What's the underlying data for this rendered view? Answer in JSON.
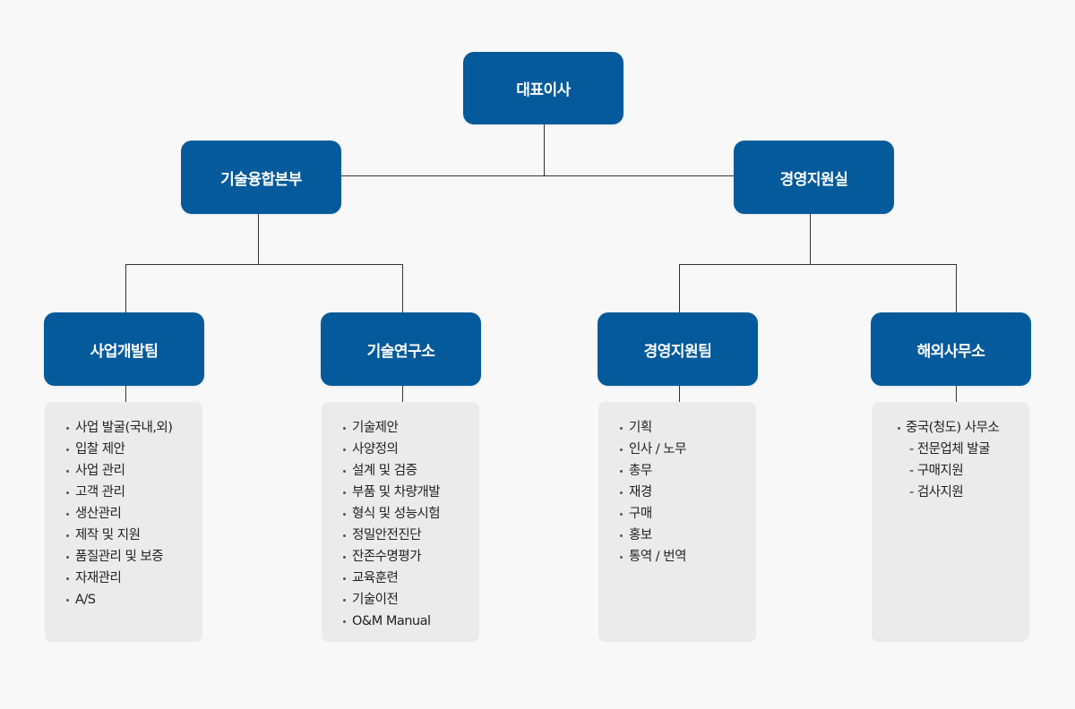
{
  "colors": {
    "node_fill": "#055a9b",
    "node_text": "#ffffff",
    "panel_fill": "#ebebeb",
    "line": "#333333",
    "background": "#f8f8f9"
  },
  "ceo": {
    "label": "대표이사"
  },
  "divisions": {
    "tech": {
      "label": "기술융합본부"
    },
    "mgmt": {
      "label": "경영지원실"
    }
  },
  "teams": {
    "bizdev": {
      "label": "사업개발팀",
      "items": [
        "사업 발굴(국내,외)",
        "입찰 제안",
        "사업 관리",
        "고객 관리",
        "생산관리",
        "제작 및 지원",
        "품질관리 및 보증",
        "자재관리",
        "A/S"
      ]
    },
    "lab": {
      "label": "기술연구소",
      "items": [
        "기술제안",
        "사양정의",
        "설계 및 검증",
        "부품 및 차량개발",
        "형식 및 성능시험",
        "정밀안전진단",
        "잔존수명평가",
        "교육훈련",
        "기술이전",
        "O&M Manual"
      ]
    },
    "support": {
      "label": "경영지원팀",
      "items": [
        "기획",
        "인사 / 노무",
        "총무",
        "재경",
        "구매",
        "홍보",
        "통역 / 번역"
      ]
    },
    "overseas": {
      "label": "해외사무소",
      "office": "중국(청도) 사무소",
      "sub_items": [
        "- 전문업체 발굴",
        "- 구매지원",
        "- 검사지원"
      ]
    }
  }
}
